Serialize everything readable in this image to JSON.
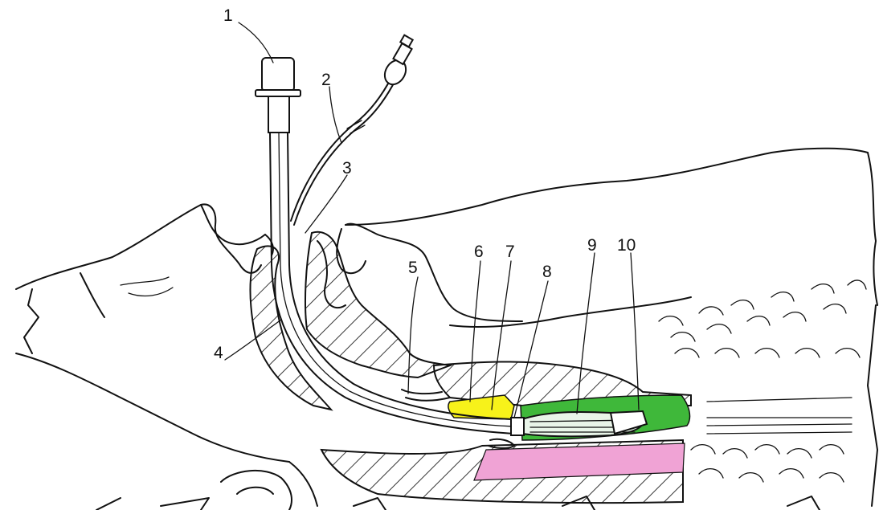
{
  "labels": [
    "1",
    "2",
    "3",
    "4",
    "5",
    "6",
    "7",
    "8",
    "9",
    "10"
  ],
  "colors": {
    "outline": "#111111",
    "hatch": "#222222",
    "yellow_region": "#f7f21a",
    "green_region": "#3fb83a",
    "pink_region": "#f0a3d5",
    "background": "#ffffff"
  }
}
